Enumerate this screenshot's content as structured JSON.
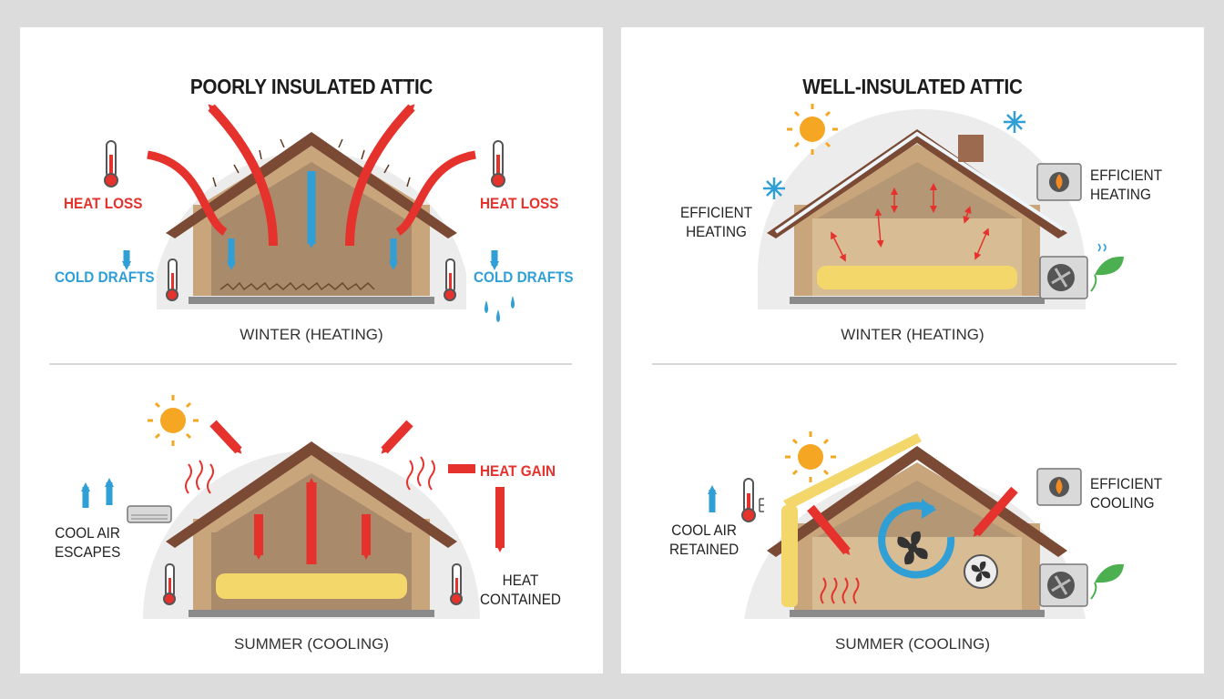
{
  "left": {
    "title": "POORLY INSULATED ATTIC",
    "winter": {
      "caption": "WINTER (HEATING)",
      "heat_loss_left": "HEAT LOSS",
      "heat_loss_right": "HEAT LOSS",
      "cold_drafts_left": "COLD DRAFTS",
      "cold_drafts_right": "COLD DRAFTS"
    },
    "summer": {
      "caption": "SUMMER (COOLING)",
      "cool_air_escapes": "COOL AIR\nESCAPES",
      "heat_gain": "HEAT GAIN",
      "heat_contained": "HEAT\nCONTAINED"
    }
  },
  "right": {
    "title": "WELL-INSULATED ATTIC",
    "winter": {
      "caption": "WINTER (HEATING)",
      "efficient_heating_left": "EFFICIENT\nHEATING",
      "efficient_heating_right": "EFFICIENT\nHEATING"
    },
    "summer": {
      "caption": "SUMMER (COOLING)",
      "cool_air_retained": "COOL AIR\nRETAINED",
      "efficient_cooling": "EFFICIENT\nCOOLING"
    }
  },
  "colors": {
    "heat_red": "#e5322d",
    "cold_blue": "#2f9fd6",
    "roof_brown": "#7a4a35",
    "wall_tan": "#c9a57c",
    "insulation_yellow": "#f3d76a"
  }
}
